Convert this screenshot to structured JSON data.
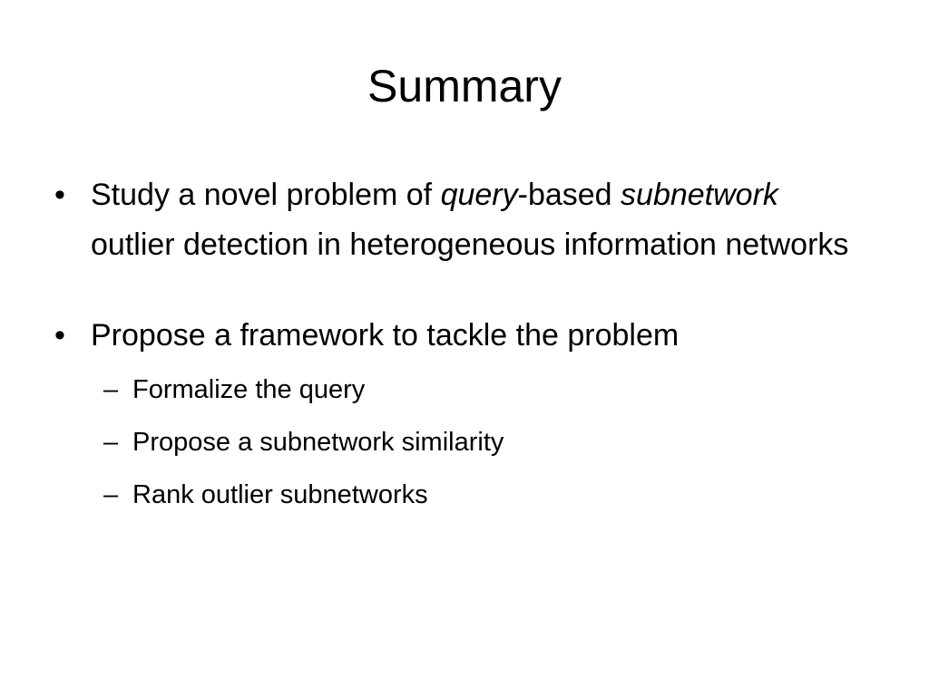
{
  "slide": {
    "title": "Summary",
    "bullets": [
      {
        "marker": "•",
        "parts": [
          "Study a novel problem of ",
          "query",
          "-based ",
          "subnetwork",
          " outlier detection in heterogeneous information networks"
        ]
      },
      {
        "marker": "•",
        "text": "Propose a framework to tackle the problem",
        "sub_marker": "–",
        "sub_items": [
          "Formalize the query",
          "Propose a subnetwork similarity",
          "Rank outlier subnetworks"
        ]
      }
    ]
  }
}
